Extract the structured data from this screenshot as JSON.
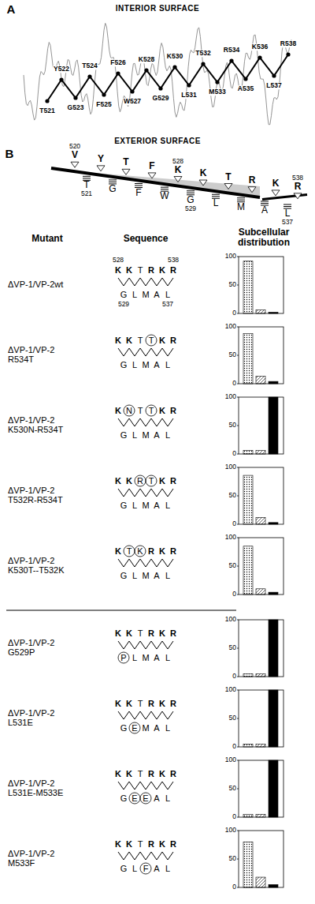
{
  "diagram": {
    "labels": [
      "A",
      "INTERIOR SURFACE",
      "EXTERIOR SURFACE",
      "T521",
      "Y522",
      "G523",
      "T524",
      "F525",
      "F526",
      "W527",
      "K528",
      "G529",
      "K530",
      "L531",
      "T532",
      "M533",
      "R534",
      "A535",
      "K536",
      "L537",
      "R538",
      "B",
      "V",
      "Y",
      "T",
      "F",
      "K",
      "K",
      "T",
      "R",
      "K",
      "R",
      "520",
      "528",
      "538",
      "T",
      "G",
      "F",
      "W",
      "G",
      "L",
      "M",
      "A",
      "L",
      "521",
      "529",
      "537",
      "Mutant",
      "Sequence",
      "Subcellular distribution",
      "ΔVP-1/VP-2wt",
      "K",
      "K",
      "T",
      "R",
      "K",
      "R",
      "G",
      "L",
      "M",
      "A",
      "L",
      "528",
      "538",
      "529",
      "537",
      "100",
      "50",
      "0",
      "ΔVP-1/VP-2 R534T",
      "K",
      "K",
      "T",
      "T",
      "K",
      "R",
      "G",
      "L",
      "M",
      "A",
      "L",
      "100",
      "50",
      "0",
      "ΔVP-1/VP-2 K530N-R534T",
      "K",
      "N",
      "T",
      "T",
      "K",
      "R",
      "G",
      "L",
      "M",
      "A",
      "L",
      "100",
      "50",
      "0",
      "ΔVP-1/VP-2 T532R-R534T",
      "K",
      "K",
      "R",
      "T",
      "K",
      "R",
      "G",
      "L",
      "M",
      "A",
      "L",
      "100",
      "50",
      "0",
      "ΔVP-1/VP-2 K530T--T532K",
      "K",
      "T",
      "K",
      "R",
      "K",
      "R",
      "G",
      "L",
      "M",
      "A",
      "L",
      "100",
      "50",
      "0",
      "ΔVP-1/VP-2 G529P",
      "K",
      "K",
      "T",
      "R",
      "K",
      "R",
      "P",
      "L",
      "M",
      "A",
      "L",
      "100",
      "50",
      "0",
      "ΔVP-1/VP-2 L531E",
      "K",
      "K",
      "T",
      "R",
      "K",
      "R",
      "G",
      "E",
      "M",
      "A",
      "L",
      "100",
      "50",
      "0",
      "ΔVP-1/VP-2 L531E-M533E",
      "K",
      "K",
      "T",
      "R",
      "K",
      "R",
      "G",
      "E",
      "E",
      "A",
      "L",
      "100",
      "50",
      "0",
      "ΔVP-1/VP-2 M533F",
      "K",
      "K",
      "T",
      "R",
      "K",
      "R",
      "G",
      "L",
      "F",
      "A",
      "L",
      "100",
      "50",
      "0"
    ]
  }
}
